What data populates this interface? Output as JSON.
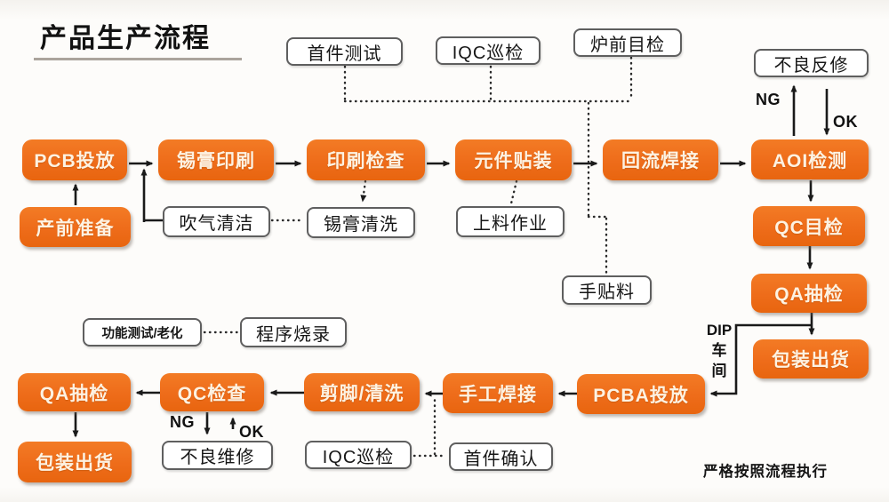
{
  "title": "产品生产流程",
  "footer": "严格按照流程执行",
  "colors": {
    "accent-orange": "#ee6c1a",
    "node-text": "#fdf2e2",
    "ink": "#1c1c1c"
  },
  "annotations": {
    "ng_top": "NG",
    "ok_top": "OK",
    "ng_bottom": "NG",
    "ok_bottom": "OK",
    "dip_line1": "DIP",
    "dip_line2": "车",
    "dip_line3": "间"
  },
  "nodes": {
    "first_article_test": "首件测试",
    "iqc_patrol_top": "IQC巡检",
    "furnace_visual": "炉前目检",
    "defect_rework": "不良反修",
    "pcb_feed": "PCB投放",
    "paste_print": "锡膏印刷",
    "print_inspect": "印刷检查",
    "comp_place": "元件贴装",
    "reflow_solder": "回流焊接",
    "aoi_inspect": "AOI检测",
    "pre_production": "产前准备",
    "blow_clean": "吹气清洁",
    "paste_wash": "锡膏清洗",
    "feeding_op": "上料作业",
    "qc_visual": "QC目检",
    "hand_place": "手贴料",
    "qa_sample_right": "QA抽检",
    "pack_ship_right": "包装出货",
    "func_test_aging": "功能测试/老化",
    "program_burn": "程序烧录",
    "qa_sample_bottom": "QA抽检",
    "qc_check": "QC检查",
    "trim_clean": "剪脚/清洗",
    "hand_solder": "手工焊接",
    "pcba_feed": "PCBA投放",
    "pack_ship_bottom": "包装出货",
    "defect_repair": "不良维修",
    "iqc_patrol_bottom": "IQC巡检",
    "first_article_confirm": "首件确认"
  }
}
